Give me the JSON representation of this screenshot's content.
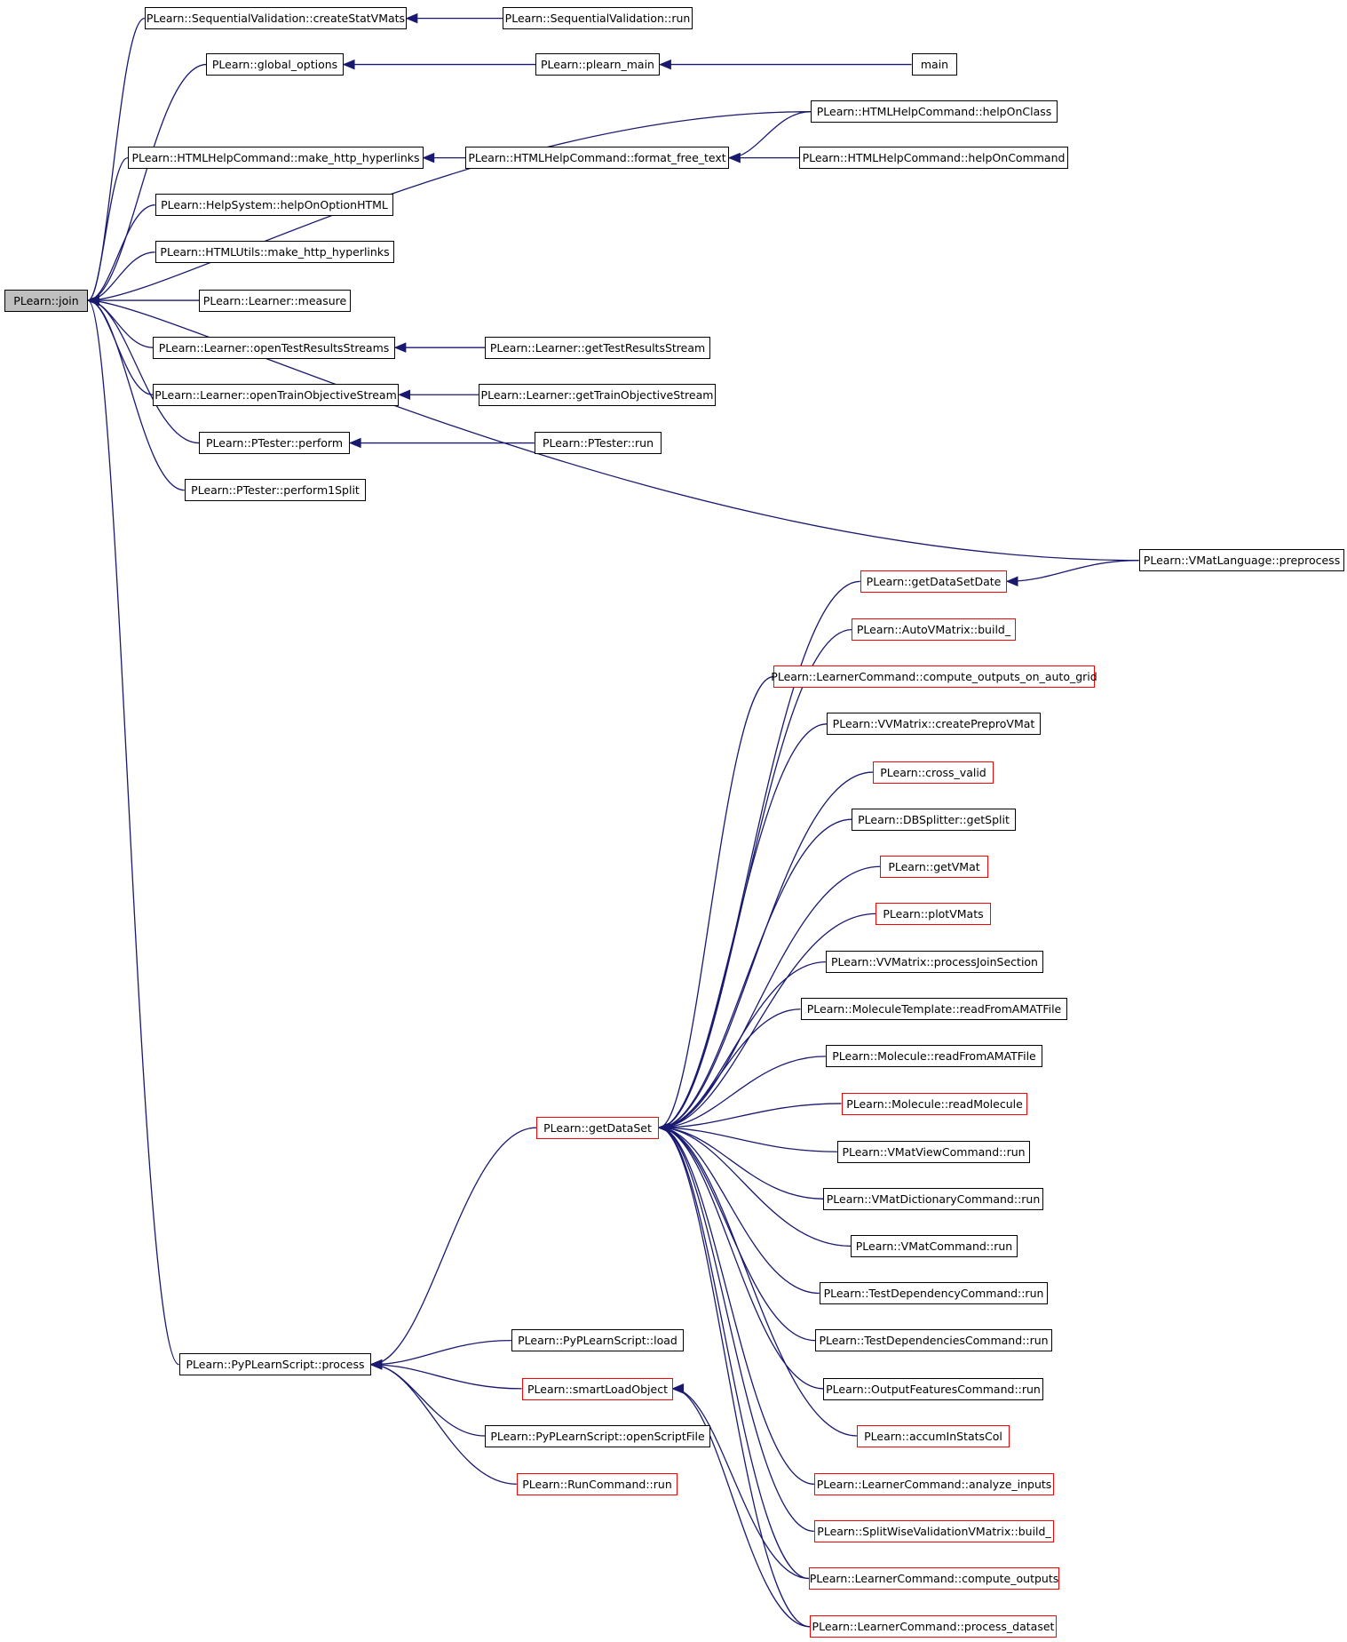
{
  "graph": {
    "edge_color": "#191970",
    "nodes": {
      "join": {
        "label": "PLearn::join",
        "style": "root"
      },
      "createStatVMats": {
        "label": "PLearn::SequentialValidation::createStatVMats",
        "style": "black"
      },
      "seqRun": {
        "label": "PLearn::SequentialValidation::run",
        "style": "black"
      },
      "globalOptions": {
        "label": "PLearn::global_options",
        "style": "black"
      },
      "plearnMain": {
        "label": "PLearn::plearn_main",
        "style": "black"
      },
      "main": {
        "label": "main",
        "style": "black"
      },
      "helpOnClass": {
        "label": "PLearn::HTMLHelpCommand::helpOnClass",
        "style": "black"
      },
      "makeHttp1": {
        "label": "PLearn::HTMLHelpCommand::make_http_hyperlinks",
        "style": "black"
      },
      "formatFree": {
        "label": "PLearn::HTMLHelpCommand::format_free_text",
        "style": "black"
      },
      "helpOnCommand": {
        "label": "PLearn::HTMLHelpCommand::helpOnCommand",
        "style": "black"
      },
      "helpOnOption": {
        "label": "PLearn::HelpSystem::helpOnOptionHTML",
        "style": "black"
      },
      "makeHttp2": {
        "label": "PLearn::HTMLUtils::make_http_hyperlinks",
        "style": "black"
      },
      "measure": {
        "label": "PLearn::Learner::measure",
        "style": "black"
      },
      "openTest": {
        "label": "PLearn::Learner::openTestResultsStreams",
        "style": "black"
      },
      "getTest": {
        "label": "PLearn::Learner::getTestResultsStream",
        "style": "black"
      },
      "openTrain": {
        "label": "PLearn::Learner::openTrainObjectiveStream",
        "style": "black"
      },
      "getTrain": {
        "label": "PLearn::Learner::getTrainObjectiveStream",
        "style": "black"
      },
      "perform": {
        "label": "PLearn::PTester::perform",
        "style": "black"
      },
      "ptRun": {
        "label": "PLearn::PTester::run",
        "style": "black"
      },
      "perform1": {
        "label": "PLearn::PTester::perform1Split",
        "style": "black"
      },
      "preprocess": {
        "label": "PLearn::VMatLanguage::preprocess",
        "style": "black"
      },
      "getDataSetDate": {
        "label": "PLearn::getDataSetDate",
        "style": "red"
      },
      "autoBuild": {
        "label": "PLearn::AutoVMatrix::build_",
        "style": "red"
      },
      "computeAuto": {
        "label": "PLearn::LearnerCommand::compute_outputs_on_auto_grid",
        "style": "red"
      },
      "createPrepro": {
        "label": "PLearn::VVMatrix::createPreproVMat",
        "style": "black"
      },
      "crossValid": {
        "label": "PLearn::cross_valid",
        "style": "red"
      },
      "dbSplit": {
        "label": "PLearn::DBSplitter::getSplit",
        "style": "black"
      },
      "getVMat": {
        "label": "PLearn::getVMat",
        "style": "red"
      },
      "plotVMats": {
        "label": "PLearn::plotVMats",
        "style": "red"
      },
      "processJoin": {
        "label": "PLearn::VVMatrix::processJoinSection",
        "style": "black"
      },
      "molTemplate": {
        "label": "PLearn::MoleculeTemplate::readFromAMATFile",
        "style": "black"
      },
      "molRead": {
        "label": "PLearn::Molecule::readFromAMATFile",
        "style": "black"
      },
      "readMolecule": {
        "label": "PLearn::Molecule::readMolecule",
        "style": "red"
      },
      "getDataSet": {
        "label": "PLearn::getDataSet",
        "style": "red"
      },
      "vmatView": {
        "label": "PLearn::VMatViewCommand::run",
        "style": "black"
      },
      "vmatDict": {
        "label": "PLearn::VMatDictionaryCommand::run",
        "style": "black"
      },
      "vmatCmd": {
        "label": "PLearn::VMatCommand::run",
        "style": "black"
      },
      "testDep": {
        "label": "PLearn::TestDependencyCommand::run",
        "style": "black"
      },
      "testDeps": {
        "label": "PLearn::TestDependenciesCommand::run",
        "style": "black"
      },
      "pyLoad": {
        "label": "PLearn::PyPLearnScript::load",
        "style": "black"
      },
      "pyProcess": {
        "label": "PLearn::PyPLearnScript::process",
        "style": "black"
      },
      "smartLoad": {
        "label": "PLearn::smartLoadObject",
        "style": "red"
      },
      "outputFeat": {
        "label": "PLearn::OutputFeaturesCommand::run",
        "style": "black"
      },
      "pyOpen": {
        "label": "PLearn::PyPLearnScript::openScriptFile",
        "style": "black"
      },
      "accumIn": {
        "label": "PLearn::accumInStatsCol",
        "style": "red"
      },
      "runCommand": {
        "label": "PLearn::RunCommand::run",
        "style": "red"
      },
      "analyzeInputs": {
        "label": "PLearn::LearnerCommand::analyze_inputs",
        "style": "red"
      },
      "splitWise": {
        "label": "PLearn::SplitWiseValidationVMatrix::build_",
        "style": "red"
      },
      "computeOutputs": {
        "label": "PLearn::LearnerCommand::compute_outputs",
        "style": "red"
      },
      "processDataset": {
        "label": "PLearn::LearnerCommand::process_dataset",
        "style": "red"
      }
    },
    "edges": [
      {
        "from": "createStatVMats",
        "to": "join"
      },
      {
        "from": "globalOptions",
        "to": "join"
      },
      {
        "from": "helpOnClass",
        "to": "join"
      },
      {
        "from": "makeHttp1",
        "to": "join"
      },
      {
        "from": "helpOnOption",
        "to": "join"
      },
      {
        "from": "makeHttp2",
        "to": "join"
      },
      {
        "from": "measure",
        "to": "join"
      },
      {
        "from": "openTest",
        "to": "join"
      },
      {
        "from": "openTrain",
        "to": "join"
      },
      {
        "from": "perform",
        "to": "join"
      },
      {
        "from": "perform1",
        "to": "join"
      },
      {
        "from": "preprocess",
        "to": "join"
      },
      {
        "from": "pyProcess",
        "to": "join"
      },
      {
        "from": "seqRun",
        "to": "createStatVMats"
      },
      {
        "from": "plearnMain",
        "to": "globalOptions"
      },
      {
        "from": "main",
        "to": "plearnMain"
      },
      {
        "from": "formatFree",
        "to": "makeHttp1"
      },
      {
        "from": "helpOnClass",
        "to": "formatFree"
      },
      {
        "from": "helpOnCommand",
        "to": "formatFree"
      },
      {
        "from": "getTest",
        "to": "openTest"
      },
      {
        "from": "getTrain",
        "to": "openTrain"
      },
      {
        "from": "ptRun",
        "to": "perform"
      },
      {
        "from": "preprocess",
        "to": "getDataSetDate"
      },
      {
        "from": "getDataSet",
        "to": "pyProcess"
      },
      {
        "from": "pyLoad",
        "to": "pyProcess"
      },
      {
        "from": "smartLoad",
        "to": "pyProcess"
      },
      {
        "from": "pyOpen",
        "to": "pyProcess"
      },
      {
        "from": "runCommand",
        "to": "pyProcess"
      },
      {
        "from": "getDataSetDate",
        "to": "getDataSet"
      },
      {
        "from": "autoBuild",
        "to": "getDataSet"
      },
      {
        "from": "computeAuto",
        "to": "getDataSet"
      },
      {
        "from": "createPrepro",
        "to": "getDataSet"
      },
      {
        "from": "crossValid",
        "to": "getDataSet"
      },
      {
        "from": "dbSplit",
        "to": "getDataSet"
      },
      {
        "from": "getVMat",
        "to": "getDataSet"
      },
      {
        "from": "plotVMats",
        "to": "getDataSet"
      },
      {
        "from": "processJoin",
        "to": "getDataSet"
      },
      {
        "from": "molTemplate",
        "to": "getDataSet"
      },
      {
        "from": "molRead",
        "to": "getDataSet"
      },
      {
        "from": "readMolecule",
        "to": "getDataSet"
      },
      {
        "from": "vmatView",
        "to": "getDataSet"
      },
      {
        "from": "vmatDict",
        "to": "getDataSet"
      },
      {
        "from": "vmatCmd",
        "to": "getDataSet"
      },
      {
        "from": "testDep",
        "to": "getDataSet"
      },
      {
        "from": "testDeps",
        "to": "getDataSet"
      },
      {
        "from": "outputFeat",
        "to": "getDataSet"
      },
      {
        "from": "accumIn",
        "to": "getDataSet"
      },
      {
        "from": "analyzeInputs",
        "to": "getDataSet"
      },
      {
        "from": "splitWise",
        "to": "getDataSet"
      },
      {
        "from": "computeOutputs",
        "to": "getDataSet"
      },
      {
        "from": "processDataset",
        "to": "getDataSet"
      },
      {
        "from": "computeOutputs",
        "to": "smartLoad"
      },
      {
        "from": "processDataset",
        "to": "smartLoad"
      }
    ]
  }
}
